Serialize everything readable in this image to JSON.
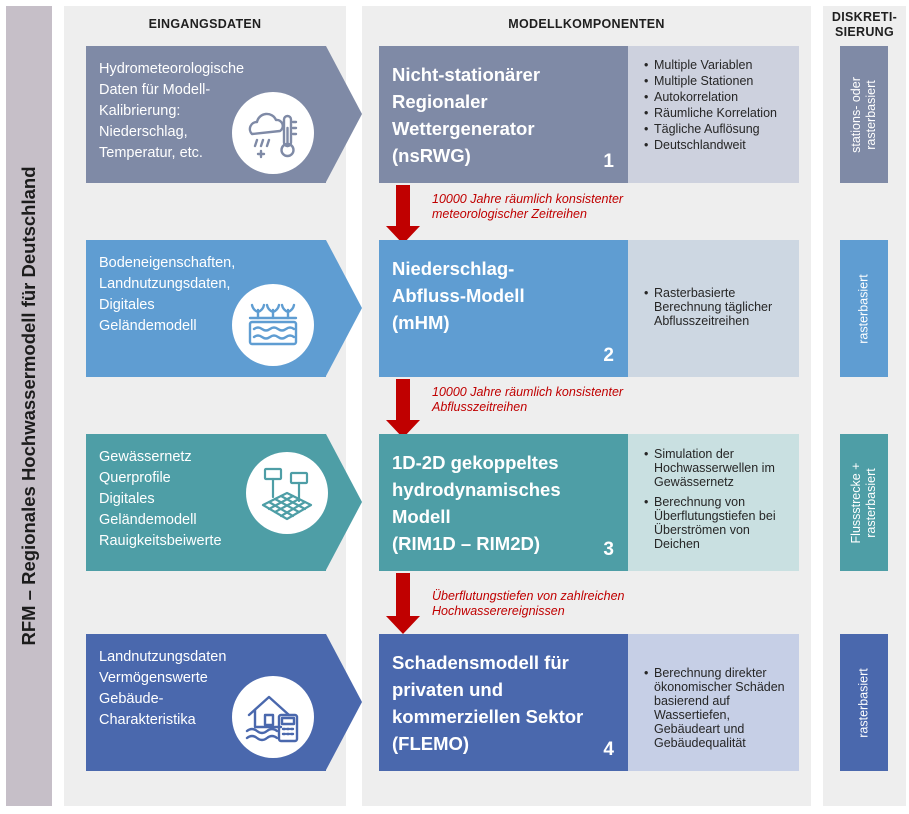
{
  "sidebar": {
    "title": "RFM – Regionales Hochwassermodell für Deutschland"
  },
  "headers": {
    "inputs": "EINGANGSDATEN",
    "models": "MODELLKOMPONENTEN",
    "discretization_line1": "DISKRETI-",
    "discretization_line2": "SIERUNG"
  },
  "colors": {
    "row1": "#7f8aa6",
    "row2": "#5f9dd2",
    "row3": "#4e9ea6",
    "row4": "#4a68ad",
    "arrow": "#c00000",
    "sidebar": "#c6bfc8",
    "panel": "#eeeeee"
  },
  "rows": [
    {
      "input": {
        "lines": [
          "Hydrometeorologische",
          "Daten für Modell-",
          "Kalibrierung:",
          "Niederschlag,",
          "Temperatur, etc."
        ],
        "icon": "weather-thermometer-icon"
      },
      "model": {
        "title_lines": [
          "Nicht-stationärer",
          "Regionaler",
          "Wettergenerator",
          "(nsRWG)"
        ],
        "number": "1"
      },
      "description": [
        "Multiple Variablen",
        "Multiple Stationen",
        "Autokorrelation",
        "Räumliche Korrelation",
        "Tägliche Auflösung",
        "Deutschlandweit"
      ],
      "discretization": [
        "stations- oder",
        "rasterbasiert"
      ]
    },
    {
      "input": {
        "lines": [
          "Bodeneigenschaften,",
          "Landnutzungsdaten,",
          "Digitales",
          "Geländemodell"
        ],
        "icon": "soil-plants-icon"
      },
      "model": {
        "title_lines": [
          "Niederschlag-",
          "Abfluss-Modell",
          "(mHM)"
        ],
        "number": "2"
      },
      "description": [
        "Rasterbasierte Berechnung täglicher Abflusszeitreihen"
      ],
      "discretization": [
        "rasterbasiert"
      ]
    },
    {
      "input": {
        "lines": [
          "Gewässernetz",
          "Querprofile",
          "Digitales",
          "Geländemodell",
          "Rauigkeitsbeiwerte"
        ],
        "icon": "grid-terrain-icon"
      },
      "model": {
        "title_lines": [
          "1D-2D gekoppeltes",
          "hydrodynamisches",
          "Modell",
          "(RIM1D – RIM2D)"
        ],
        "number": "3"
      },
      "description": [
        "Simulation der Hochwasserwellen im Gewässernetz",
        "Berechnung von Überflutungstiefen bei Überströmen von Deichen"
      ],
      "discretization": [
        "Flussstrecke +",
        "rasterbasiert"
      ]
    },
    {
      "input": {
        "lines": [
          "Landnutzungsdaten",
          "Vermögenswerte",
          "Gebäude-",
          "Charakteristika"
        ],
        "icon": "house-calculator-icon"
      },
      "model": {
        "title_lines": [
          "Schadensmodell für",
          "privaten und",
          "kommerziellen Sektor",
          "(FLEMO)"
        ],
        "number": "4"
      },
      "description": [
        "Berechnung direkter ökonomischer Schäden basierend auf Wassertiefen, Gebäudeart und Gebäudequalität"
      ],
      "discretization": [
        "rasterbasiert"
      ]
    }
  ],
  "arrows": [
    [
      "10000 Jahre räumlich konsistenter",
      "meteorologischer Zeitreihen"
    ],
    [
      "10000 Jahre räumlich konsistenter",
      "Abflusszeitreihen"
    ],
    [
      "Überflutungstiefen von zahlreichen",
      "Hochwasserereignissen"
    ]
  ]
}
